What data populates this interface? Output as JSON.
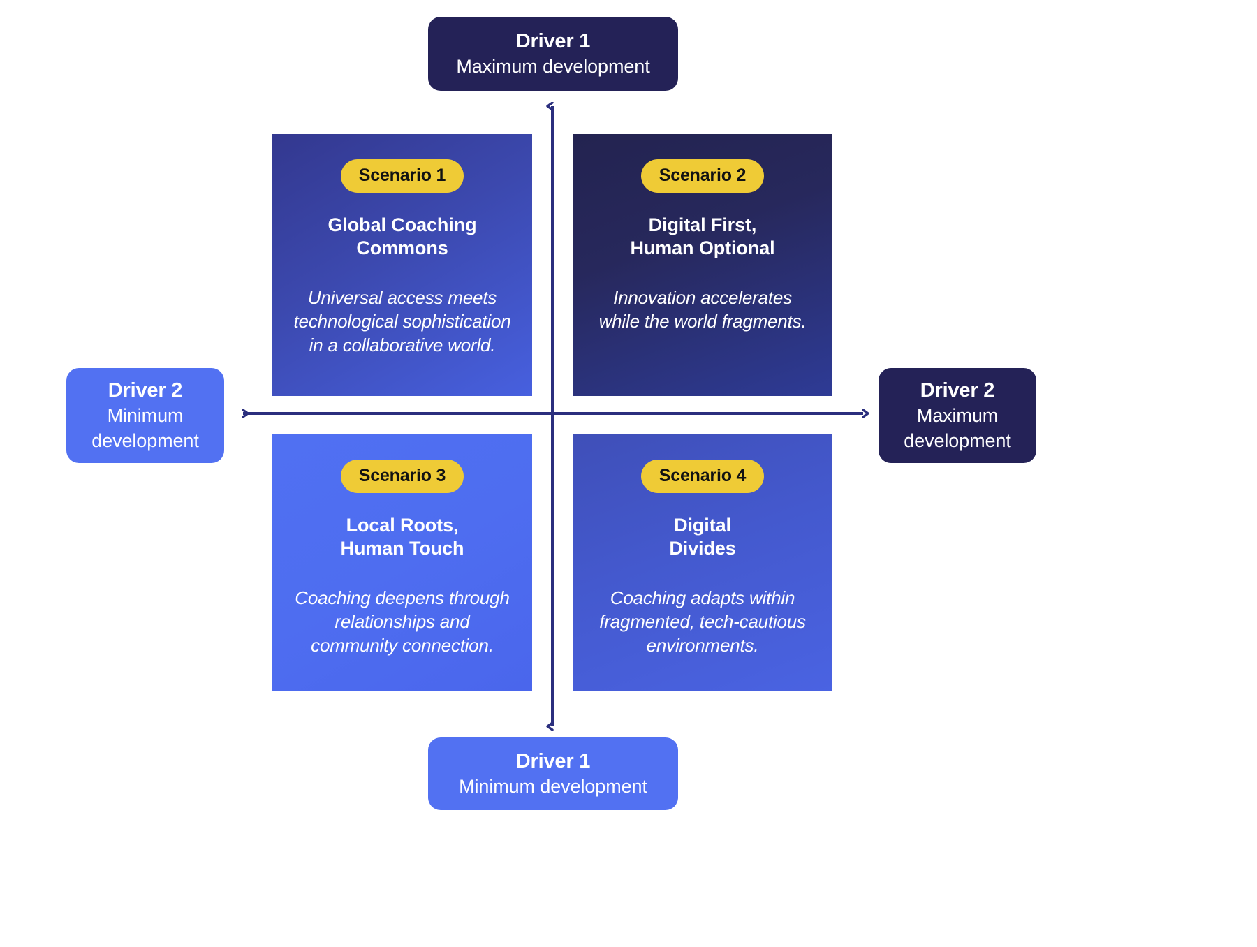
{
  "colors": {
    "dark_navy": "#242257",
    "accent_blue": "#5271F2",
    "badge_yellow": "#EFCB36",
    "axis_line": "#2B2F7E",
    "background": "#FFFFFF",
    "text_light": "#FFFFFF",
    "badge_text": "#121212"
  },
  "axes": {
    "vertical": {
      "top": {
        "title": "Driver 1",
        "subtitle": "Maximum development"
      },
      "bottom": {
        "title": "Driver 1",
        "subtitle": "Minimum development"
      }
    },
    "horizontal": {
      "left": {
        "title": "Driver 2",
        "subtitle": "Minimum\ndevelopment"
      },
      "right": {
        "title": "Driver 2",
        "subtitle": "Maximum\ndevelopment"
      }
    }
  },
  "quadrants": [
    {
      "badge": "Scenario 1",
      "title": "Global Coaching\nCommons",
      "description": "Universal access meets technological sophistication in a collaborative world.",
      "position": "top-left"
    },
    {
      "badge": "Scenario 2",
      "title": "Digital First,\nHuman Optional",
      "description": "Innovation accelerates while the world fragments.",
      "position": "top-right"
    },
    {
      "badge": "Scenario 3",
      "title": "Local Roots,\nHuman Touch",
      "description": "Coaching deepens through relationships and community connection.",
      "position": "bottom-left"
    },
    {
      "badge": "Scenario 4",
      "title": "Digital\nDivides",
      "description": "Coaching adapts within fragmented, tech-cautious environments.",
      "position": "bottom-right"
    }
  ]
}
